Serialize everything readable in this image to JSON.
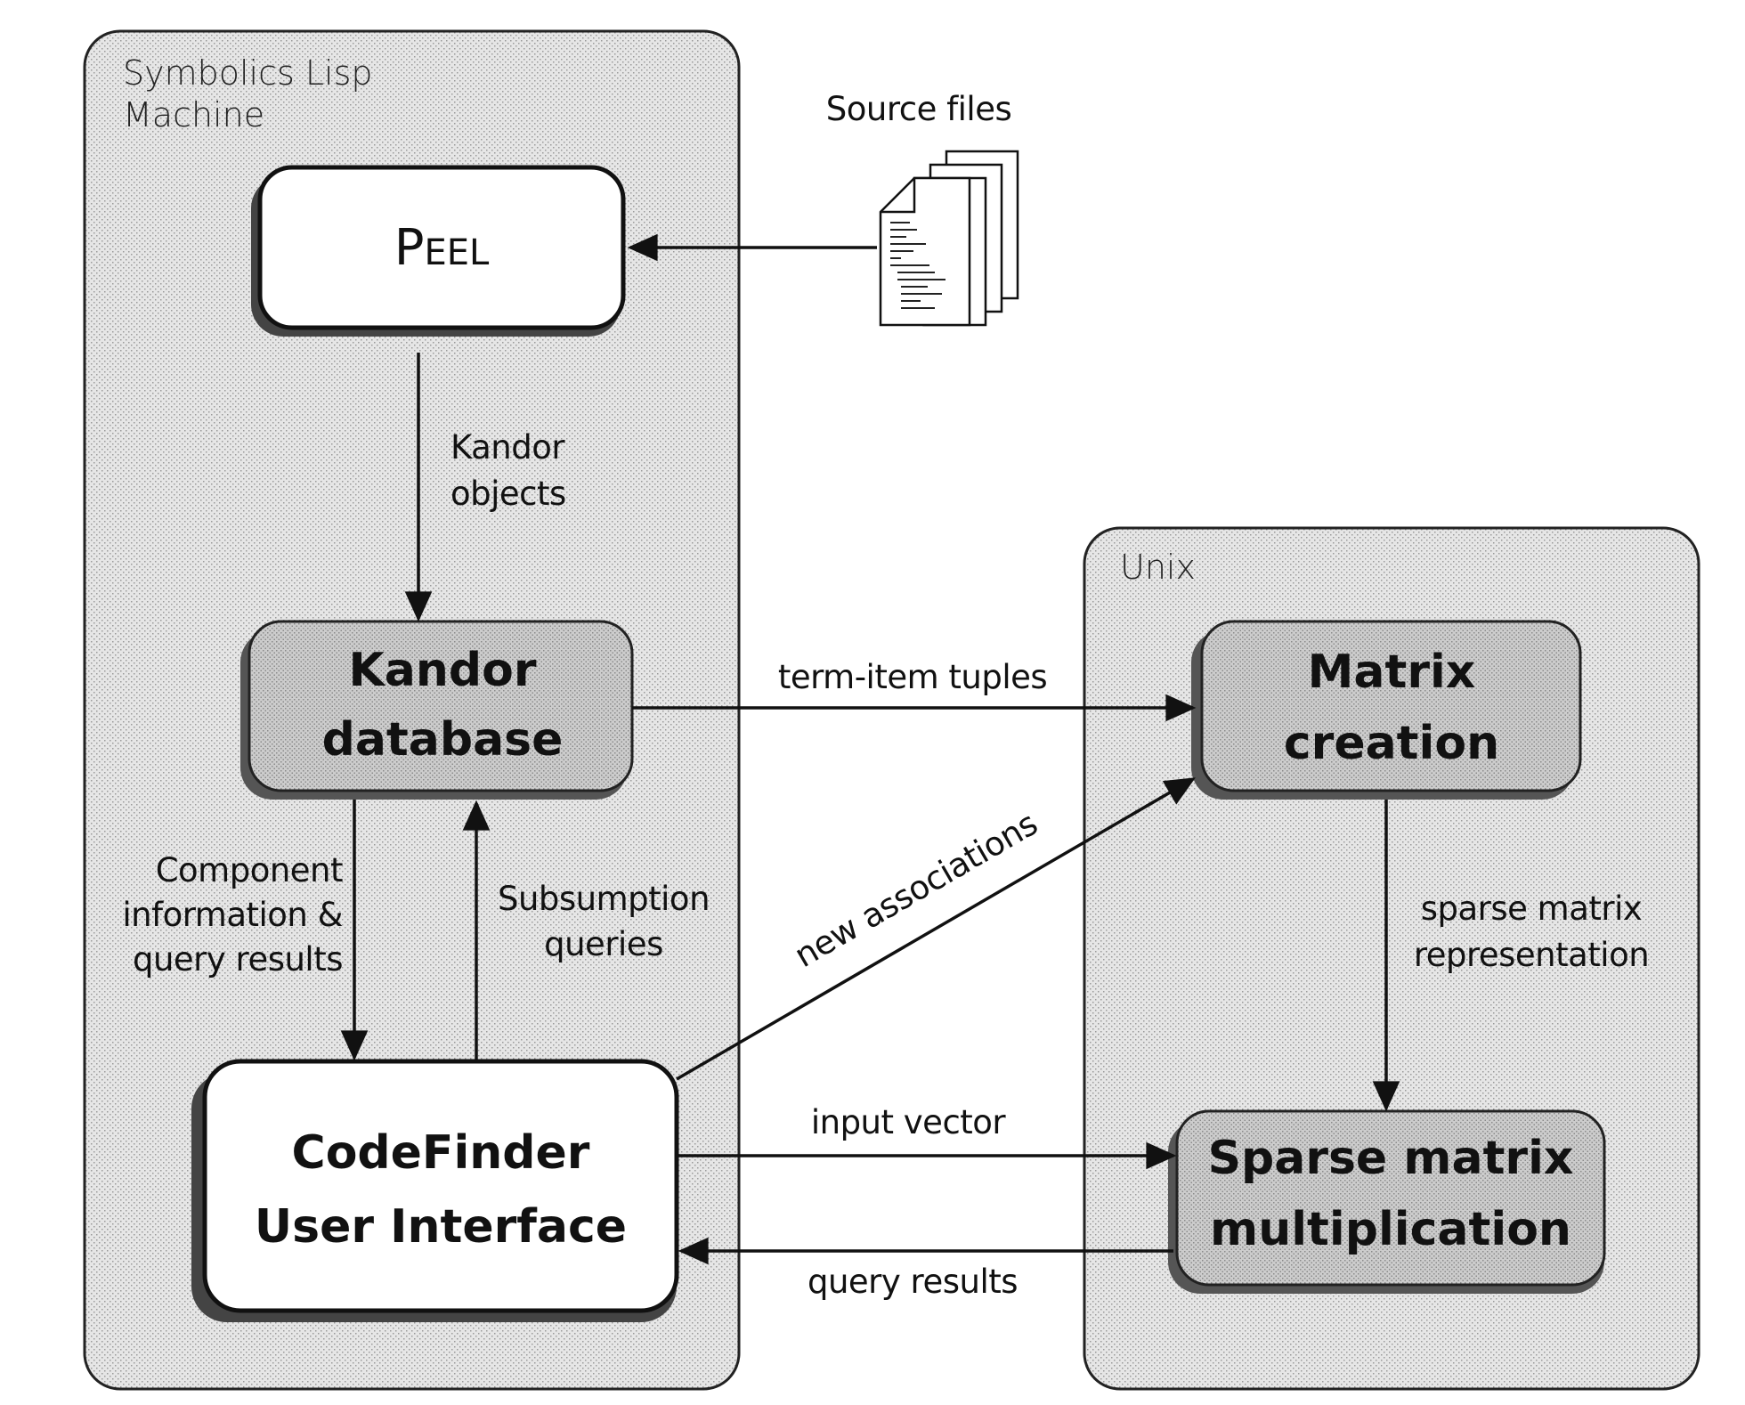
{
  "regions": {
    "lisp_machine": {
      "label_line1": "Symbolics Lisp",
      "label_line2": "Machine"
    },
    "unix": {
      "label": "Unix"
    }
  },
  "source_files": {
    "label": "Source files"
  },
  "nodes": {
    "peel": {
      "label": "PEEL",
      "label_cap": "P",
      "label_rest": "EEL"
    },
    "kandor_db": {
      "line1": "Kandor",
      "line2": "database"
    },
    "codefinder": {
      "line1": "CodeFinder",
      "line2": "User Interface"
    },
    "matrix_creation": {
      "line1": "Matrix",
      "line2": "creation"
    },
    "sparse_mult": {
      "line1": "Sparse matrix",
      "line2": "multiplication"
    }
  },
  "edges": {
    "kandor_objects": {
      "line1": "Kandor",
      "line2": "objects"
    },
    "component_info": {
      "line1": "Component",
      "line2": "information &",
      "line3": "query results"
    },
    "subsumption": {
      "line1": "Subsumption",
      "line2": "queries"
    },
    "term_item": {
      "label": "term-item tuples"
    },
    "new_associations": {
      "label": "new associations"
    },
    "sparse_rep": {
      "line1": "sparse matrix",
      "line2": "representation"
    },
    "input_vector": {
      "label": "input vector"
    },
    "query_results": {
      "label": "query results"
    }
  },
  "colors": {
    "region_fill": "#e4e4e4",
    "shaded_node_fill": "#c8c8c8",
    "white_node_fill": "#ffffff",
    "stroke": "#111111",
    "shadow": "#555555"
  }
}
